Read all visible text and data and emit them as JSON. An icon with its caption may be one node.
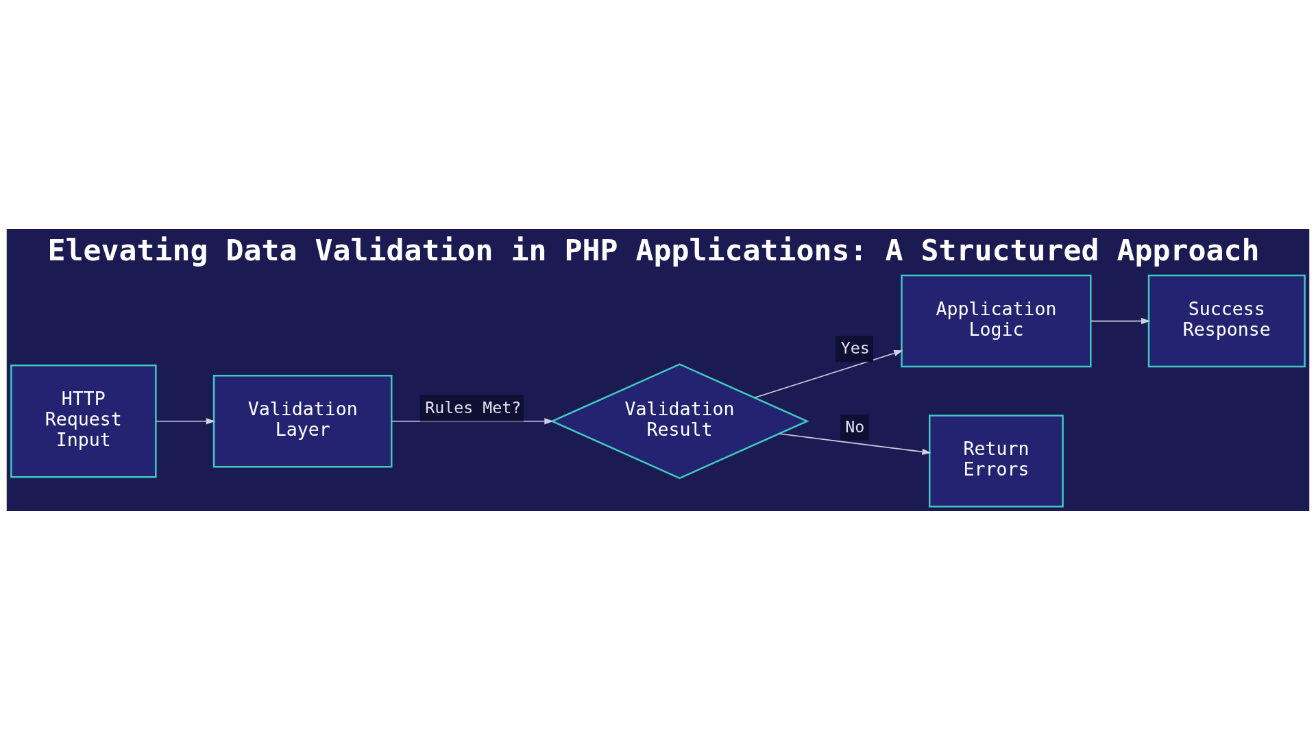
{
  "diagram": {
    "title": "Elevating Data Validation in PHP Applications: A Structured Approach",
    "nodes": [
      {
        "text": [
          "HTTP Request Input"
        ]
      },
      {
        "text": [
          "Validation Layer"
        ]
      },
      {
        "text": [
          "Validation Result"
        ]
      },
      {
        "text": [
          "Application Logic"
        ]
      },
      {
        "text": [
          "Success Response"
        ]
      },
      {
        "text": [
          "Return Errors"
        ]
      }
    ],
    "edges": [
      {
        "from": 0,
        "to": 1,
        "arrow": "to"
      },
      {
        "from": 1,
        "to": 2,
        "label": "Rules Met?",
        "arrow": "to"
      },
      {
        "from": 2,
        "to": 3,
        "label": "Yes",
        "arrow": "to"
      },
      {
        "from": 2,
        "to": 5,
        "label": "No",
        "arrow": "to"
      },
      {
        "from": 3,
        "to": 4,
        "arrow": "to"
      }
    ]
  }
}
